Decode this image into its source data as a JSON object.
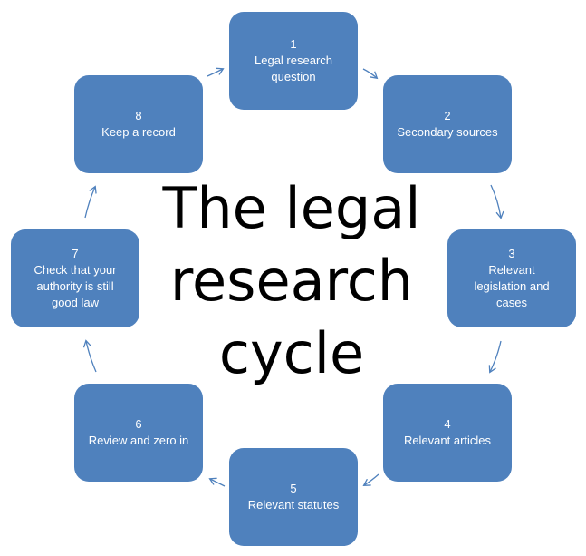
{
  "title_lines": [
    "The legal",
    "research",
    "cycle"
  ],
  "steps": [
    {
      "number": "1",
      "label": "Legal research question"
    },
    {
      "number": "2",
      "label": "Secondary sources"
    },
    {
      "number": "3",
      "label": "Relevant legislation and cases"
    },
    {
      "number": "4",
      "label": "Relevant articles"
    },
    {
      "number": "5",
      "label": "Relevant statutes"
    },
    {
      "number": "6",
      "label": "Review and zero in"
    },
    {
      "number": "7",
      "label": "Check that your authority is still good law"
    },
    {
      "number": "8",
      "label": "Keep a record"
    }
  ],
  "colors": {
    "node_fill": "#4f81bd",
    "node_text": "#ffffff",
    "arrow": "#4f81bd",
    "title_text": "#000000"
  },
  "icons": {
    "connector": "curved-arrow-icon"
  }
}
